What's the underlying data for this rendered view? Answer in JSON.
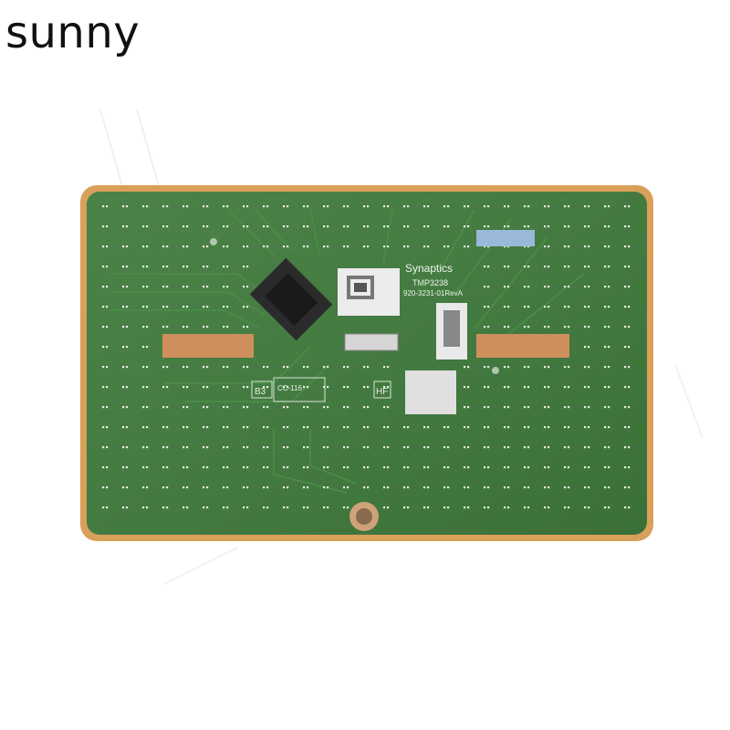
{
  "caption": {
    "brand": "sunny"
  },
  "board": {
    "vendor": "Synaptics",
    "part_number": "TMP3238",
    "board_code": "920-3231-01RevA",
    "markings": [
      "B3",
      "CC-116",
      "HF"
    ]
  },
  "colors": {
    "pcb_green": "#3f7a3c",
    "copper_edge": "#d9a05a",
    "pad": "#cf8f5c",
    "background": "#ffffff"
  }
}
